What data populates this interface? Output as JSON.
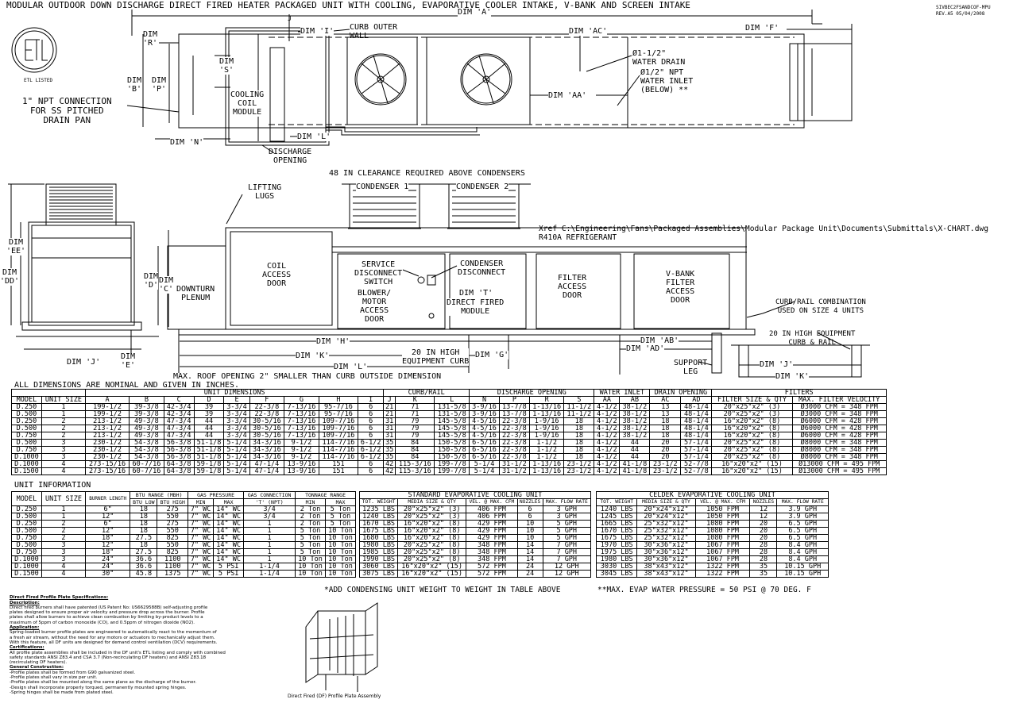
{
  "title": "MODULAR OUTDOOR DOWN DISCHARGE DIRECT FIRED HEATER PACKAGED UNIT WITH COOLING, EVAPORATIVE COOLER INTAKE, V-BANK AND SCREEN INTAKE",
  "doc_id": "SIVBEC2FSANDCOF-MPU",
  "rev": "REV.A5   05/04/2008",
  "logo_text": "ETL LISTED",
  "top_view": {
    "dim_a": "DIM 'A'",
    "dim_f": "DIM 'F'",
    "dim_r": "DIM\n'R'",
    "dim_i": "DIM 'I'",
    "dim_j": "J",
    "dim_b": "DIM\n'B'",
    "dim_p": "DIM\n'P'",
    "dim_s": "DIM\n'S'",
    "dim_n": "DIM 'N'",
    "dim_l_small": "DIM 'L'",
    "dim_ac": "DIM 'AC'",
    "dim_aa": "DIM 'AA'",
    "curb_outer": "CURB OUTER\nWALL",
    "cooling_coil": "COOLING\nCOIL\nMODULE",
    "npt_conn": "1\" NPT CONNECTION\nFOR SS PITCHED\nDRAIN PAN",
    "discharge_opening": "DISCHARGE\nOPENING",
    "water_drain": "Ø1-1/2\"\nWATER DRAIN",
    "water_inlet": "Ø1/2\" NPT\nWATER INLET\n(BELOW) **"
  },
  "side_view": {
    "clearance": "48 IN CLEARANCE REQUIRED ABOVE CONDENSERS",
    "condenser1": "CONDENSER 1",
    "condenser2": "CONDENSER 2",
    "lifting_lugs": "LIFTING\nLUGS",
    "xref": "Xref C:\\Engineering\\Fans\\Packaged Assemblies\\Modular Package Unit\\Documents\\Submittals\\X-CHART.dwg",
    "refrigerant": "R410A REFRIGERANT",
    "dim_ee": "DIM\n'EE'",
    "dim_dd": "DIM\n'DD'",
    "dim_d": "DIM\n'D'",
    "dim_c": "DIM\n'C'",
    "dim_j": "DIM 'J'",
    "dim_e": "DIM\n'E'",
    "dim_h": "DIM 'H'",
    "dim_k": "DIM 'K'",
    "dim_l": "DIM 'L'",
    "dim_g": "DIM 'G'",
    "dim_t": "DIM 'T'",
    "dim_ab": "DIM 'AB'",
    "dim_ad": "DIM 'AD'",
    "downturn": "DOWNTURN\nPLENUM",
    "coil_access": "COIL\nACCESS\nDOOR",
    "service_disc": "SERVICE\nDISCONNECT\nSWITCH",
    "blower_door": "BLOWER/\nMOTOR\nACCESS\nDOOR",
    "condenser_disc": "CONDENSER\nDISCONNECT",
    "direct_fired": "DIRECT FIRED\nMODULE",
    "filter_door": "FILTER\nACCESS\nDOOR",
    "vbank_door": "V-BANK\nFILTER\nACCESS\nDOOR",
    "curb_rail_combo": "CURB/RAIL COMBINATION\nUSED ON SIZE 4 UNITS",
    "equip_curb": "20 IN HIGH\nEQUIPMENT CURB",
    "equip_curb_rail": "20 IN HIGH EQUIPMENT\nCURB & RAIL",
    "support_leg": "SUPPORT\nLEG",
    "dim_j2": "DIM 'J'",
    "dim_k2": "DIM 'K'",
    "roof_opening": "MAX. ROOF OPENING 2\" SMALLER THAN CURB OUTSIDE DIMENSION"
  },
  "dims_note": "ALL DIMENSIONS ARE NOMINAL AND GIVEN IN INCHES.",
  "dim_table": {
    "groups": [
      "UNIT DIMENSIONS",
      "CURB/RAIL",
      "DISCHARGE OPENING",
      "WATER INLET",
      "DRAIN OPENING",
      "FILTERS"
    ],
    "headers": [
      "MODEL",
      "UNIT SIZE",
      "A",
      "B",
      "C",
      "D",
      "E",
      "F",
      "G",
      "H",
      "I",
      "J",
      "K",
      "L",
      "N",
      "P",
      "R",
      "S",
      "AA",
      "AB",
      "AC",
      "AD",
      "FILTER SIZE & QTY",
      "MAX. FILTER VELOCITY"
    ],
    "rows": [
      [
        "D.250",
        "1",
        "199-1/2",
        "39-3/8",
        "42-3/4",
        "39",
        "3-3/4",
        "22-3/8",
        "7-13/16",
        "95-7/16",
        "6",
        "21",
        "71",
        "131-5/8",
        "3-9/16",
        "13-7/8",
        "1-13/16",
        "11-1/2",
        "4-1/2",
        "38-1/2",
        "13",
        "48-1/4",
        "20\"x25\"x2\" (3)",
        "Ø3000 CFM = 348 FPM"
      ],
      [
        "D.500",
        "1",
        "199-1/2",
        "39-3/8",
        "42-3/4",
        "39",
        "3-3/4",
        "22-3/8",
        "7-13/16",
        "95-7/16",
        "6",
        "21",
        "71",
        "131-5/8",
        "3-9/16",
        "13-7/8",
        "1-13/16",
        "11-1/2",
        "4-1/2",
        "38-1/2",
        "13",
        "48-1/4",
        "20\"x25\"x2\" (3)",
        "Ø3000 CFM = 348 FPM"
      ],
      [
        "D.250",
        "2",
        "213-1/2",
        "49-3/8",
        "47-3/4",
        "44",
        "3-3/4",
        "30-5/16",
        "7-13/16",
        "109-7/16",
        "6",
        "31",
        "79",
        "145-5/8",
        "4-5/16",
        "22-3/8",
        "1-9/16",
        "18",
        "4-1/2",
        "38-1/2",
        "18",
        "48-1/4",
        "16\"x20\"x2\" (8)",
        "Ø6000 CFM = 428 FPM"
      ],
      [
        "D.500",
        "2",
        "213-1/2",
        "49-3/8",
        "47-3/4",
        "44",
        "3-3/4",
        "30-5/16",
        "7-13/16",
        "109-7/16",
        "6",
        "31",
        "79",
        "145-5/8",
        "4-5/16",
        "22-3/8",
        "1-9/16",
        "18",
        "4-1/2",
        "38-1/2",
        "18",
        "48-1/4",
        "16\"x20\"x2\" (8)",
        "Ø6000 CFM = 428 FPM"
      ],
      [
        "D.750",
        "2",
        "213-1/2",
        "49-3/8",
        "47-3/4",
        "44",
        "3-3/4",
        "30-5/16",
        "7-13/16",
        "109-7/16",
        "6",
        "31",
        "79",
        "145-5/8",
        "4-5/16",
        "22-3/8",
        "1-9/16",
        "18",
        "4-1/2",
        "38-1/2",
        "18",
        "48-1/4",
        "16\"x20\"x2\" (8)",
        "Ø6000 CFM = 428 FPM"
      ],
      [
        "D.500",
        "3",
        "230-1/2",
        "54-3/8",
        "56-3/8",
        "51-1/8",
        "5-1/4",
        "34-3/16",
        "9-1/2",
        "114-7/16",
        "6-1/2",
        "35",
        "84",
        "150-5/8",
        "6-5/16",
        "22-3/8",
        "1-1/2",
        "18",
        "4-1/2",
        "44",
        "20",
        "57-1/4",
        "20\"x25\"x2\" (8)",
        "Ø8000 CFM = 348 FPM"
      ],
      [
        "D.750",
        "3",
        "230-1/2",
        "54-3/8",
        "56-3/8",
        "51-1/8",
        "5-1/4",
        "34-3/16",
        "9-1/2",
        "114-7/16",
        "6-1/2",
        "35",
        "84",
        "150-5/8",
        "6-5/16",
        "22-3/8",
        "1-1/2",
        "18",
        "4-1/2",
        "44",
        "20",
        "57-1/4",
        "20\"x25\"x2\" (8)",
        "Ø8000 CFM = 348 FPM"
      ],
      [
        "D.1000",
        "3",
        "230-1/2",
        "54-3/8",
        "56-3/8",
        "51-1/8",
        "5-1/4",
        "34-3/16",
        "9-1/2",
        "114-7/16",
        "6-1/2",
        "35",
        "84",
        "150-5/8",
        "6-5/16",
        "22-3/8",
        "1-1/2",
        "18",
        "4-1/2",
        "44",
        "20",
        "57-1/4",
        "20\"x25\"x2\" (8)",
        "Ø8000 CFM = 348 FPM"
      ],
      [
        "D.1000",
        "4",
        "273-15/16",
        "60-7/16",
        "64-3/8",
        "59-1/8",
        "5-1/4",
        "47-1/4",
        "13-9/16",
        "151",
        "6",
        "42",
        "115-3/16",
        "199-7/8",
        "5-1/4",
        "31-1/2",
        "1-13/16",
        "23-1/2",
        "4-1/2",
        "41-1/8",
        "23-1/2",
        "52-7/8",
        "16\"x20\"x2\" (15)",
        "Ø13000 CFM = 495 FPM"
      ],
      [
        "D.1500",
        "4",
        "273-15/16",
        "60-7/16",
        "64-3/8",
        "59-1/8",
        "5-1/4",
        "47-1/4",
        "13-9/16",
        "151",
        "6",
        "42",
        "115-3/16",
        "199-7/8",
        "5-1/4",
        "31-1/2",
        "1-13/16",
        "23-1/2",
        "4-1/2",
        "41-1/8",
        "23-1/2",
        "52-7/8",
        "16\"x20\"x2\" (15)",
        "Ø13000 CFM = 495 FPM"
      ]
    ]
  },
  "unit_info_title": "UNIT INFORMATION",
  "unit_table": {
    "groups": [
      "BURNER LENGTH",
      "BTU RANGE (MBH)",
      "GAS PRESSURE",
      "GAS CONNECTION",
      "TONNAGE RANGE"
    ],
    "headers": [
      "MODEL",
      "UNIT SIZE",
      "BTU LOW",
      "BTU HIGH",
      "MIN",
      "MAX",
      "'T' (NPT)",
      "MIN",
      "MAX"
    ],
    "rows": [
      [
        "D.250",
        "1",
        "6\"",
        "18",
        "275",
        "7\" WC",
        "14\" WC",
        "3/4",
        "2 Ton",
        "5 Ton"
      ],
      [
        "D.500",
        "1",
        "12\"",
        "18",
        "550",
        "7\" WC",
        "14\" WC",
        "3/4",
        "2 Ton",
        "5 Ton"
      ],
      [
        "D.250",
        "2",
        "6\"",
        "18",
        "275",
        "7\" WC",
        "14\" WC",
        "1",
        "2 Ton",
        "5 Ton"
      ],
      [
        "D.500",
        "2",
        "12\"",
        "18",
        "550",
        "7\" WC",
        "14\" WC",
        "1",
        "5 Ton",
        "10 Ton"
      ],
      [
        "D.750",
        "2",
        "18\"",
        "27.5",
        "825",
        "7\" WC",
        "14\" WC",
        "1",
        "5 Ton",
        "10 Ton"
      ],
      [
        "D.500",
        "3",
        "12\"",
        "18",
        "550",
        "7\" WC",
        "14\" WC",
        "1",
        "5 Ton",
        "10 Ton"
      ],
      [
        "D.750",
        "3",
        "18\"",
        "27.5",
        "825",
        "7\" WC",
        "14\" WC",
        "1",
        "5 Ton",
        "10 Ton"
      ],
      [
        "D.1000",
        "3",
        "24\"",
        "36.6",
        "1100",
        "7\" WC",
        "14\" WC",
        "1",
        "10 Ton",
        "10 Ton"
      ],
      [
        "D.1000",
        "4",
        "24\"",
        "36.6",
        "1100",
        "7\" WC",
        "5 PSI",
        "1-1/4",
        "10 Ton",
        "10 Ton"
      ],
      [
        "D.1500",
        "4",
        "30\"",
        "45.8",
        "1375",
        "7\" WC",
        "5 PSI",
        "1-1/4",
        "10 Ton",
        "10 Ton"
      ]
    ]
  },
  "std_evap": {
    "title": "STANDARD EVAPORATIVE COOLING UNIT",
    "headers": [
      "TOT. WEIGHT",
      "MEDIA SIZE & QTY",
      "VEL. @ MAX. CFM",
      "NOZZLES",
      "MAX. FLOW RATE"
    ],
    "rows": [
      [
        "1235 LBS",
        "20\"x25\"x2\" (3)",
        "406 FPM",
        "6",
        "3 GPH"
      ],
      [
        "1240 LBS",
        "20\"x25\"x2\" (3)",
        "406 FPM",
        "6",
        "3 GPH"
      ],
      [
        "1670 LBS",
        "16\"x20\"x2\" (8)",
        "429 FPM",
        "10",
        "5 GPH"
      ],
      [
        "1675 LBS",
        "16\"x20\"x2\" (8)",
        "429 FPM",
        "10",
        "5 GPH"
      ],
      [
        "1680 LBS",
        "16\"x20\"x2\" (8)",
        "429 FPM",
        "10",
        "5 GPH"
      ],
      [
        "1980 LBS",
        "20\"x25\"x2\" (8)",
        "348 FPM",
        "14",
        "7 GPH"
      ],
      [
        "1985 LBS",
        "20\"x25\"x2\" (8)",
        "348 FPM",
        "14",
        "7 GPH"
      ],
      [
        "1990 LBS",
        "20\"x25\"x2\" (8)",
        "348 FPM",
        "14",
        "7 GPH"
      ],
      [
        "3060 LBS",
        "16\"x20\"x2\" (15)",
        "572 FPM",
        "24",
        "12 GPH"
      ],
      [
        "3075 LBS",
        "16\"x20\"x2\" (15)",
        "572 FPM",
        "24",
        "12 GPH"
      ]
    ]
  },
  "celdek_evap": {
    "title": "CELDEK EVAPORATIVE COOLING UNIT",
    "headers": [
      "TOT. WEIGHT",
      "MEDIA SIZE & QTY",
      "VEL. @ MAX. CFM",
      "NOZZLES",
      "MAX. FLOW RATE"
    ],
    "rows": [
      [
        "1240 LBS",
        "20\"x24\"x12\"",
        "1050 FPM",
        "12",
        "3.9 GPH"
      ],
      [
        "1245 LBS",
        "20\"x24\"x12\"",
        "1050 FPM",
        "12",
        "3.9 GPH"
      ],
      [
        "1665 LBS",
        "25\"x32\"x12\"",
        "1080 FPM",
        "20",
        "6.5 GPH"
      ],
      [
        "1670 LBS",
        "25\"x32\"x12\"",
        "1080 FPM",
        "20",
        "6.5 GPH"
      ],
      [
        "1675 LBS",
        "25\"x32\"x12\"",
        "1080 FPM",
        "20",
        "6.5 GPH"
      ],
      [
        "1970 LBS",
        "30\"x36\"x12\"",
        "1067 FPM",
        "28",
        "8.4 GPH"
      ],
      [
        "1975 LBS",
        "30\"x36\"x12\"",
        "1067 FPM",
        "28",
        "8.4 GPH"
      ],
      [
        "1980 LBS",
        "30\"x36\"x12\"",
        "1067 FPM",
        "28",
        "8.4 GPH"
      ],
      [
        "3030 LBS",
        "38\"x43\"x12\"",
        "1322 FPM",
        "35",
        "10.15 GPH"
      ],
      [
        "3045 LBS",
        "38\"x43\"x12\"",
        "1322 FPM",
        "35",
        "10.15 GPH"
      ]
    ]
  },
  "footnote_left": "*ADD CONDENSING UNIT WEIGHT TO WEIGHT IN TABLE ABOVE",
  "footnote_right": "**MAX. EVAP WATER PRESSURE = 50 PSI @ 70 DEG. F",
  "spec": {
    "title": "Direct Fired Profile Plate Specifications:",
    "desc_h": "Description:",
    "desc": "Direct fired burners shall have patented (US Patent No: US6629588B) self-adjusting profile\nplates designed to ensure proper air velocity and pressure drop across the burner. Profile\nplates shall allow burners to achieve clean combustion by limiting by-product levels to a\nmaximum of 5ppm of carbon monoxide (CO), and 0.5ppm of nitrogen dioxide (NO2).",
    "app_h": "Application:",
    "app": "Spring-loaded burner profile plates are engineered to automatically react to the momentum of\na fresh air stream, without the need for any motors or actuators to mechanically adjust them.\nWith this feature, all DF units are designed for demand control ventilation (DCV) requirements.",
    "cert_h": "Certifications:",
    "cert": "All profile plate assemblies shall be included in the DF unit's ETL listing and comply with combined\nsafety standards ANSI Z83.4 and CSA 3.7 (Non-recirculating DF heaters) and ANSI Z83.18\n(recirculating DF heaters).",
    "gen_h": "General Construction:",
    "gen": "-Profile plates shall be formed from G90 galvanized steel.\n-Profile plates shall vary in size per unit.\n-Profile plates shall be mounted along the same plane as the discharge of the burner.\n-Design shall incorporate properly torqued, permanently mounted spring hinges.\n-Spring hinges shall be made from plated steel.",
    "caption": "Direct Fired (DF) Profile Plate Assembly"
  }
}
